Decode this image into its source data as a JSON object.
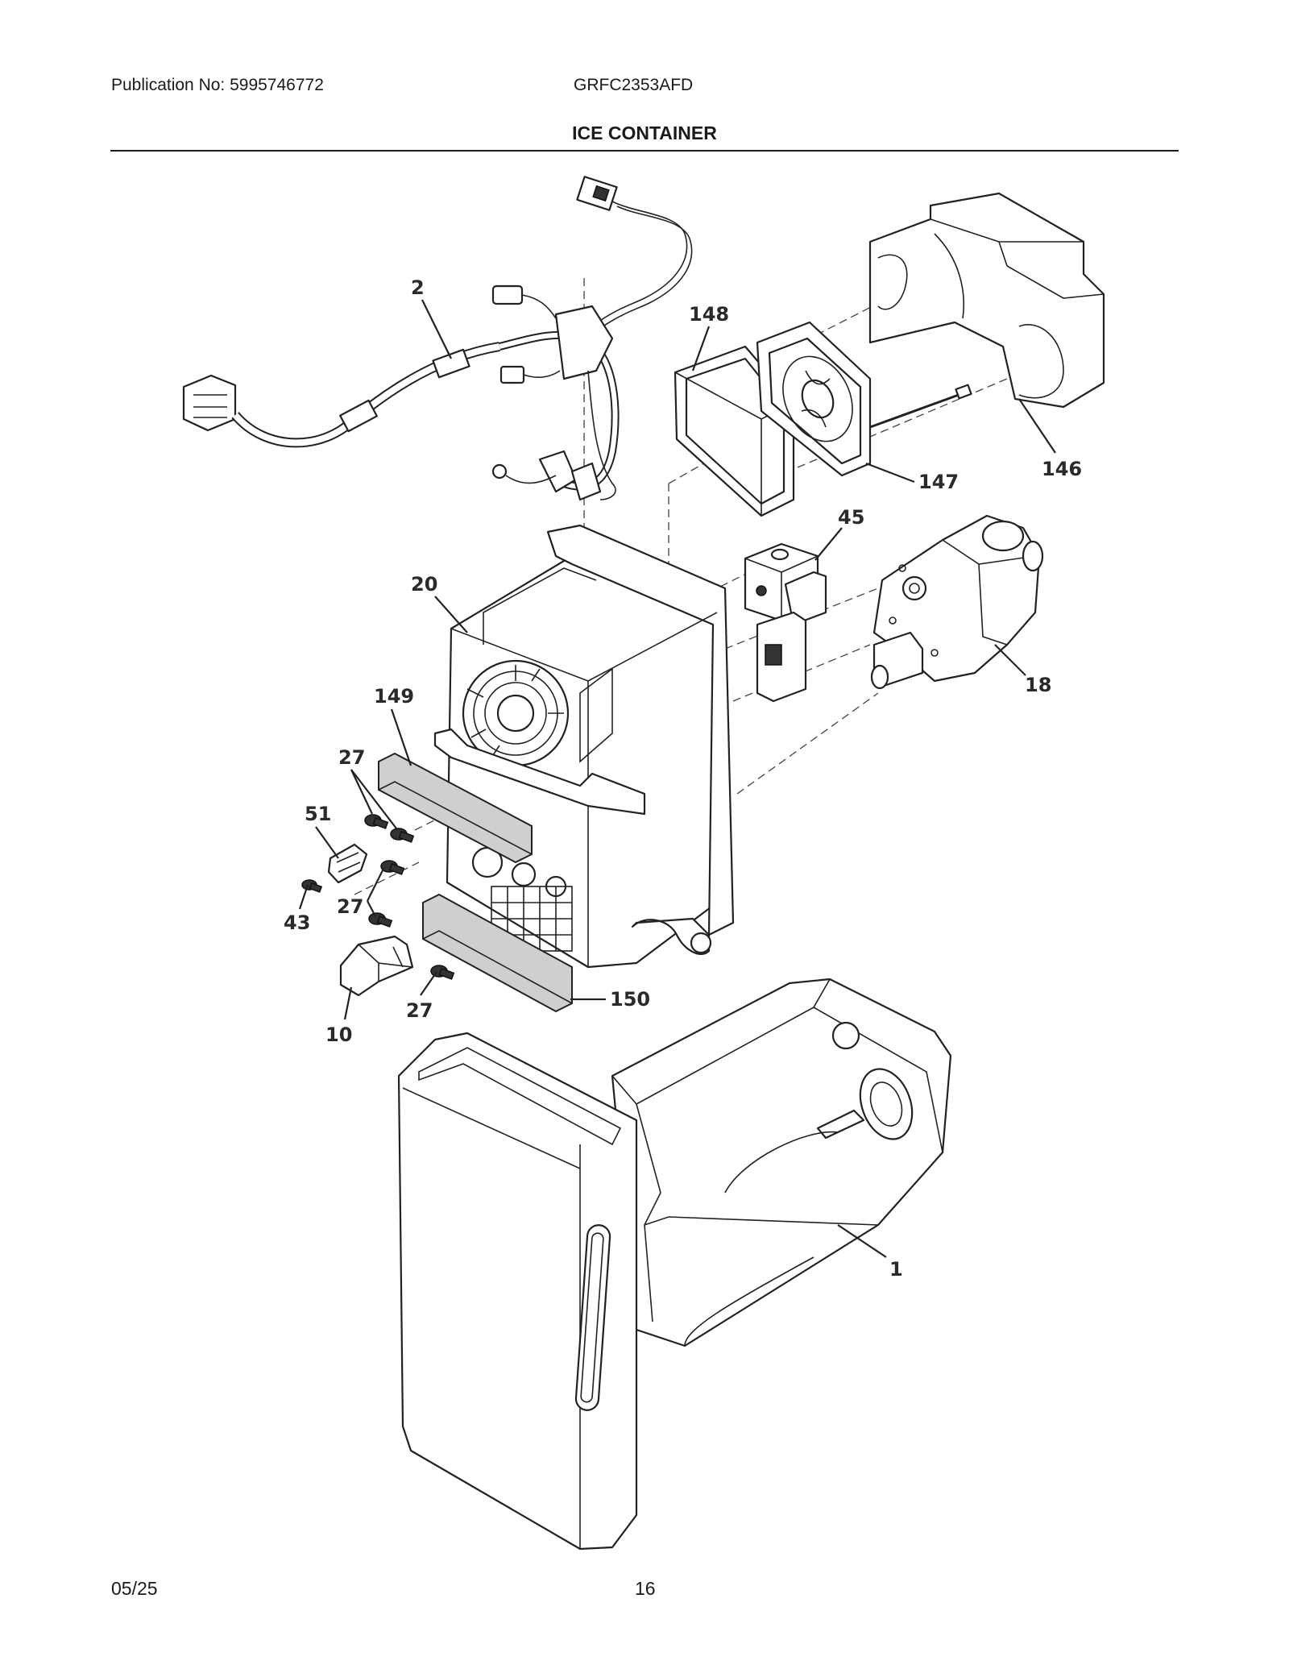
{
  "header": {
    "publication": "Publication No: 5995746772",
    "model": "GRFC2353AFD"
  },
  "title": "ICE CONTAINER",
  "footer": {
    "date": "05/25",
    "page": "16"
  },
  "parts": {
    "p2": "2",
    "p148": "148",
    "p146": "146",
    "p147": "147",
    "p45": "45",
    "p20": "20",
    "p18": "18",
    "p149": "149",
    "p27a": "27",
    "p51": "51",
    "p43": "43",
    "p27b": "27",
    "p10": "10",
    "p27c": "27",
    "p150": "150",
    "p1": "1"
  }
}
